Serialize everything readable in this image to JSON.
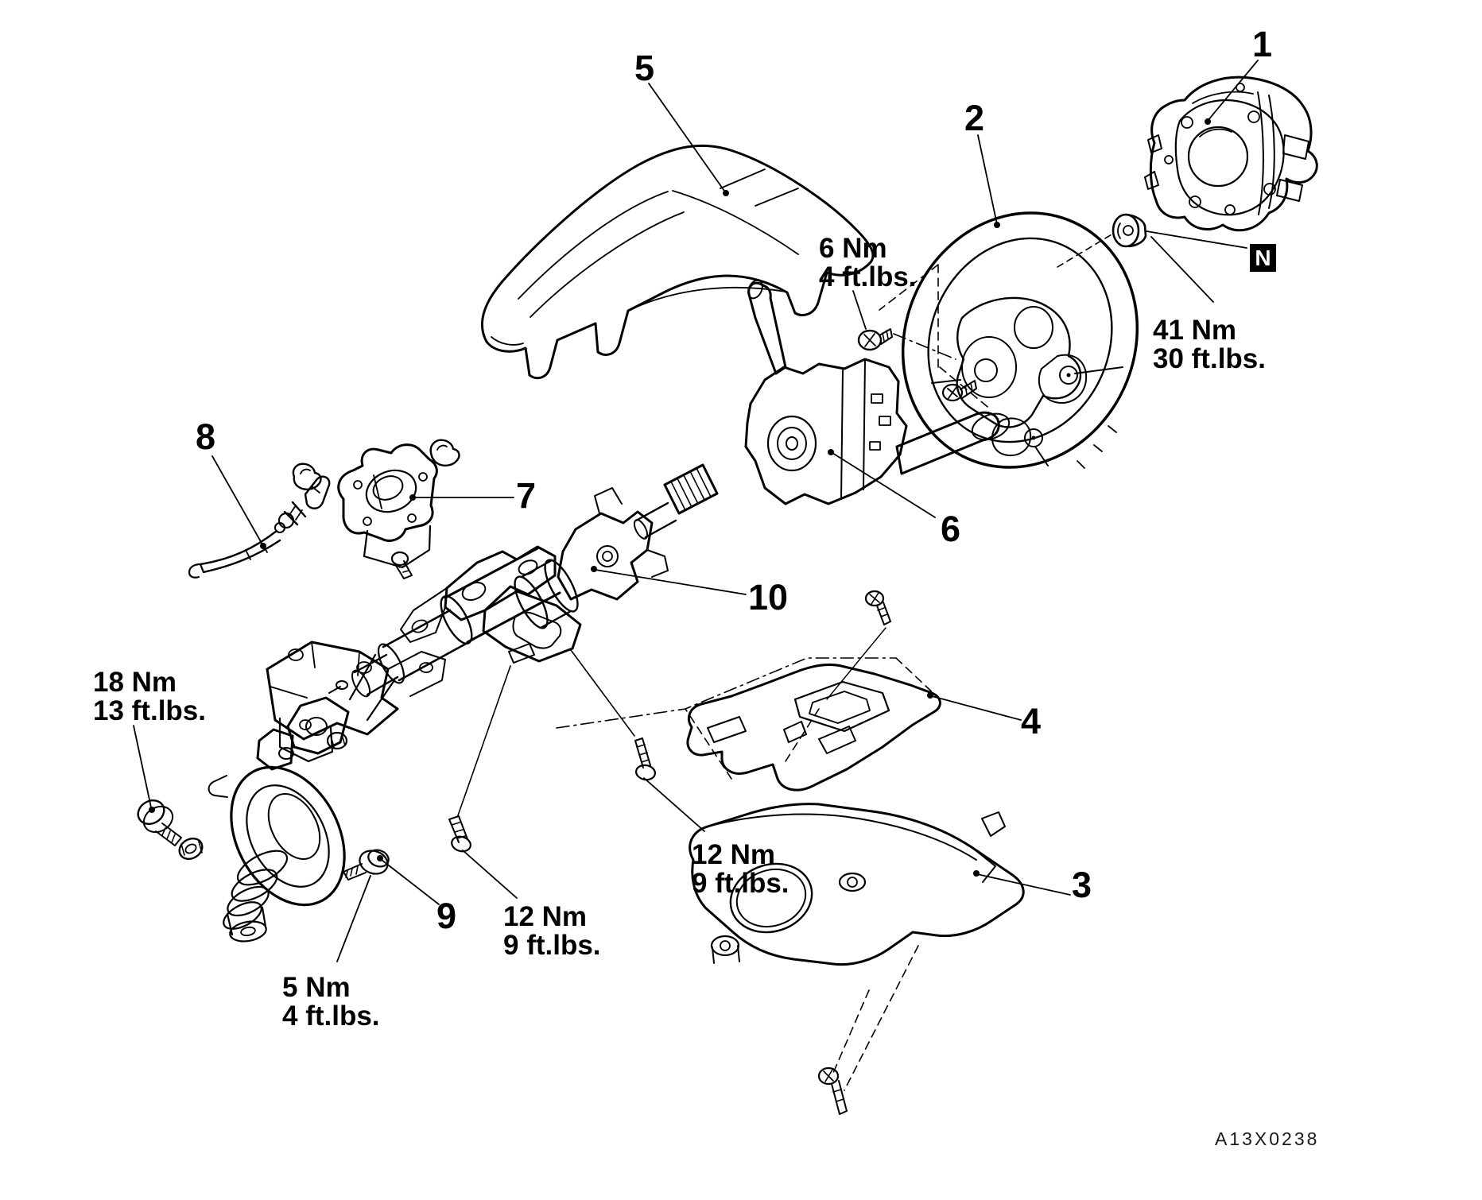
{
  "figure": {
    "code": "A13X0238",
    "marker_n": "N"
  },
  "parts": {
    "p1": "1",
    "p2": "2",
    "p3": "3",
    "p4": "4",
    "p5": "5",
    "p6": "6",
    "p7": "7",
    "p8": "8",
    "p9": "9",
    "p10": "10"
  },
  "torques": {
    "airbag_screw": {
      "nm": "6 Nm",
      "ft": "4 ft.lbs."
    },
    "wheel_nut": {
      "nm": "41 Nm",
      "ft": "30 ft.lbs."
    },
    "joint_bolt": {
      "nm": "18 Nm",
      "ft": "13 ft.lbs."
    },
    "column_screw_upper": {
      "nm": "12 Nm",
      "ft": "9 ft.lbs."
    },
    "column_screw_lower": {
      "nm": "12 Nm",
      "ft": "9 ft.lbs."
    },
    "small_bolt": {
      "nm": "5 Nm",
      "ft": "4 ft.lbs."
    }
  },
  "colors": {
    "line": "#000000",
    "background": "#ffffff"
  }
}
